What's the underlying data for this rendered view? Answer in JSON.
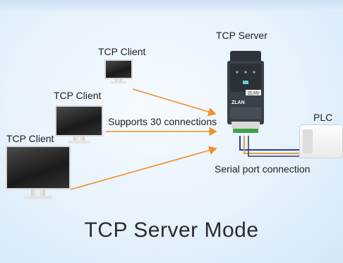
{
  "diagram": {
    "title": "TCP Server Mode",
    "server_label": "TCP Server",
    "clients": [
      {
        "label": "TCP Client"
      },
      {
        "label": "TCP Client"
      },
      {
        "label": "TCP Client"
      }
    ],
    "connections_note": "Supports 30 connections",
    "plc_label": "PLC",
    "serial_label": "Serial port connection",
    "device_brand": "ZLAN",
    "colors": {
      "arrow": "#f0902a",
      "serial_line_blue": "#2b3f9a",
      "serial_line_orange": "#e0a040",
      "background": "#e6f2fc"
    }
  }
}
